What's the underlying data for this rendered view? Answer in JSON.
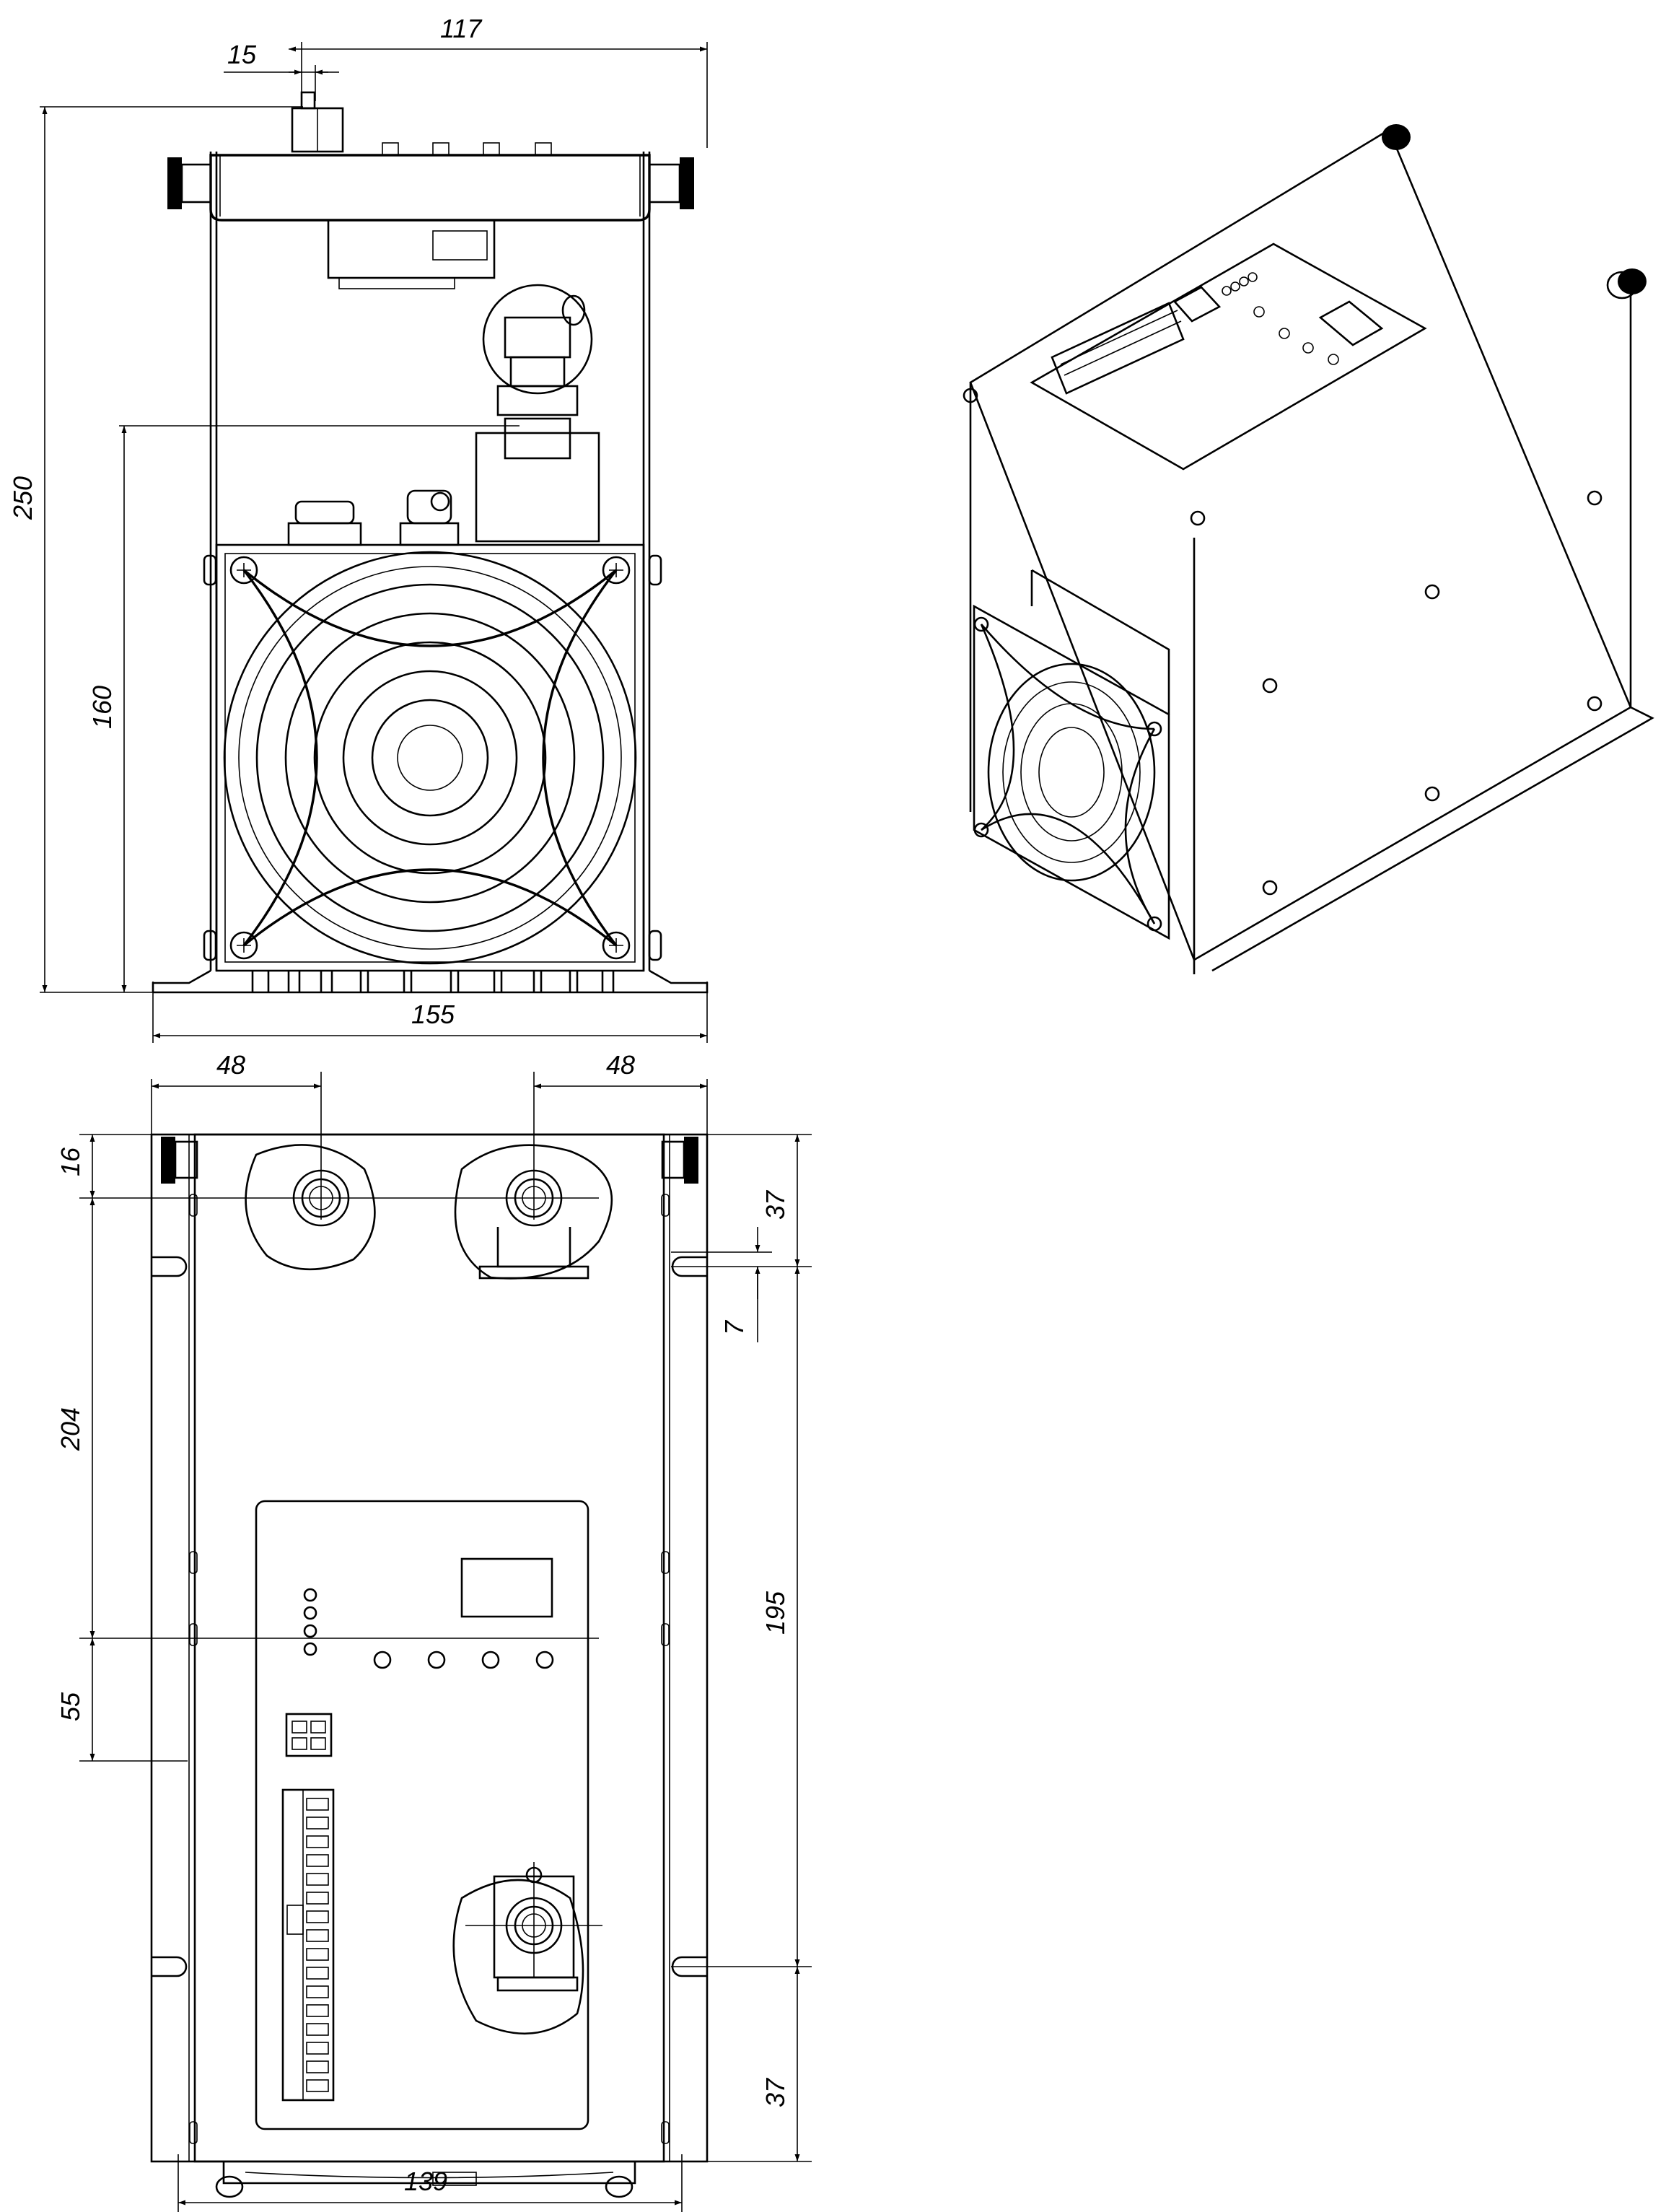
{
  "dimensions": {
    "front_view": {
      "d15": "15",
      "d117": "117",
      "d250": "250",
      "d160": "160",
      "d155": "155"
    },
    "top_view": {
      "d48_left": "48",
      "d48_right": "48",
      "d16": "16",
      "d37_top": "37",
      "d7": "7",
      "d204": "204",
      "d195": "195",
      "d55": "55",
      "d37_bottom": "37",
      "d139": "139"
    }
  }
}
